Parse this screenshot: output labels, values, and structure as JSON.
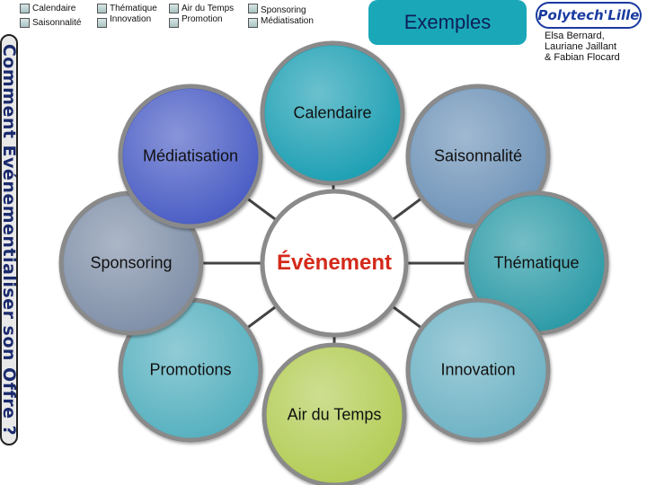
{
  "legend": {
    "col1": [
      "Calendaire",
      "Saisonnalité"
    ],
    "col2": [
      "Thématique",
      "Innovation"
    ],
    "col3": [
      "Air du Temps",
      "Promotion"
    ],
    "col4": [
      "Sponsoring",
      "Médiatisation"
    ]
  },
  "title_vertical": "Comment Événementialiser son Offre ?",
  "exemples_button": "Exemples",
  "logo_text": "Polytech'Lille",
  "authors": [
    "Elsa Bernard,",
    "Lauriane Jaillant",
    "& Fabian Flocard"
  ],
  "diagram": {
    "center": "Évènement",
    "nodes": {
      "calendaire": "Calendaire",
      "saisonnalite": "Saisonnalité",
      "thematique": "Thématique",
      "innovation": "Innovation",
      "air_du_temps": "Air du Temps",
      "promotions": "Promotions",
      "sponsoring": "Sponsoring",
      "mediatisation": "Médiatisation"
    },
    "colors": {
      "calendaire": "#1f9fb3",
      "saisonnalite": "#6e93b8",
      "thematique": "#2b9aa6",
      "innovation": "#6db2c4",
      "air_du_temps": "#b3cc55",
      "promotions": "#55b0bf",
      "sponsoring": "#7f8fa8",
      "mediatisation": "#4a5cc4",
      "center": "#ffffff"
    }
  }
}
